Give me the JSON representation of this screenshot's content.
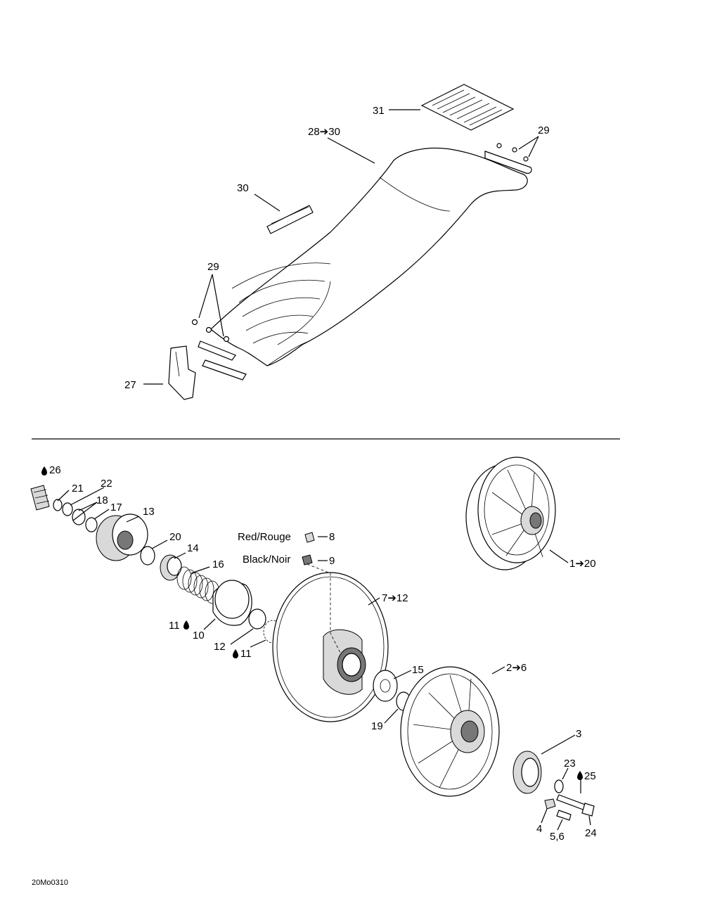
{
  "diagram_code": "20Mo0310",
  "legend": {
    "red": "Red/Rouge",
    "black": "Black/Noir"
  },
  "callouts": {
    "c31": "31",
    "c28_30": "28➔30",
    "c29a": "29",
    "c30": "30",
    "c29b": "29",
    "c27": "27",
    "c26": "26",
    "c21": "21",
    "c22": "22",
    "c18": "18",
    "c17": "17",
    "c13": "13",
    "c20": "20",
    "c14": "14",
    "c16": "16",
    "c8": "8",
    "c9": "9",
    "c1_20": "1➔20",
    "c7_12": "7➔12",
    "c11a": "11",
    "c10": "10",
    "c12": "12",
    "c11b": "11",
    "c15": "15",
    "c2_6": "2➔6",
    "c19": "19",
    "c3": "3",
    "c23": "23",
    "c25": "25",
    "c4": "4",
    "c56": "5,6",
    "c24": "24"
  }
}
